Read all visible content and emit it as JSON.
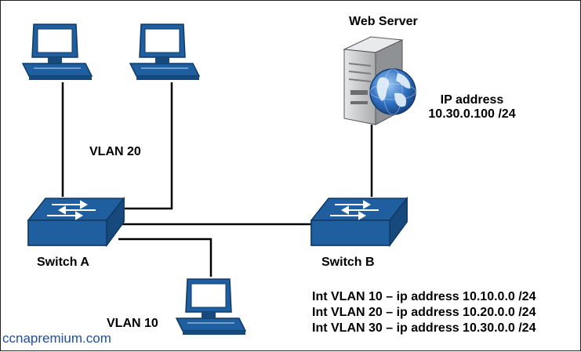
{
  "labels": {
    "web_server": "Web Server",
    "ip_address_title": "IP address",
    "ip_address_value": "10.30.0.100 /24",
    "vlan20": "VLAN 20",
    "vlan10": "VLAN 10",
    "switch_a": "Switch A",
    "switch_b": "Switch B",
    "watermark": "ccnapremium.com"
  },
  "interfaces": [
    "Int VLAN 10 – ip address 10.10.0.0 /24",
    "Int VLAN 20 – ip address 10.20.0.0 /24",
    "Int VLAN 30 – ip address 10.30.0.0 /24"
  ],
  "colors": {
    "device_blue": "#1f5f9f",
    "device_blue_dark": "#174a7c",
    "server_gray": "#c9cbcd",
    "globe_blue": "#2f6fc0",
    "link": "#000000",
    "watermark": "#1e4f9a"
  },
  "icons": [
    "pc-icon",
    "switch-icon",
    "server-icon",
    "globe-icon"
  ]
}
